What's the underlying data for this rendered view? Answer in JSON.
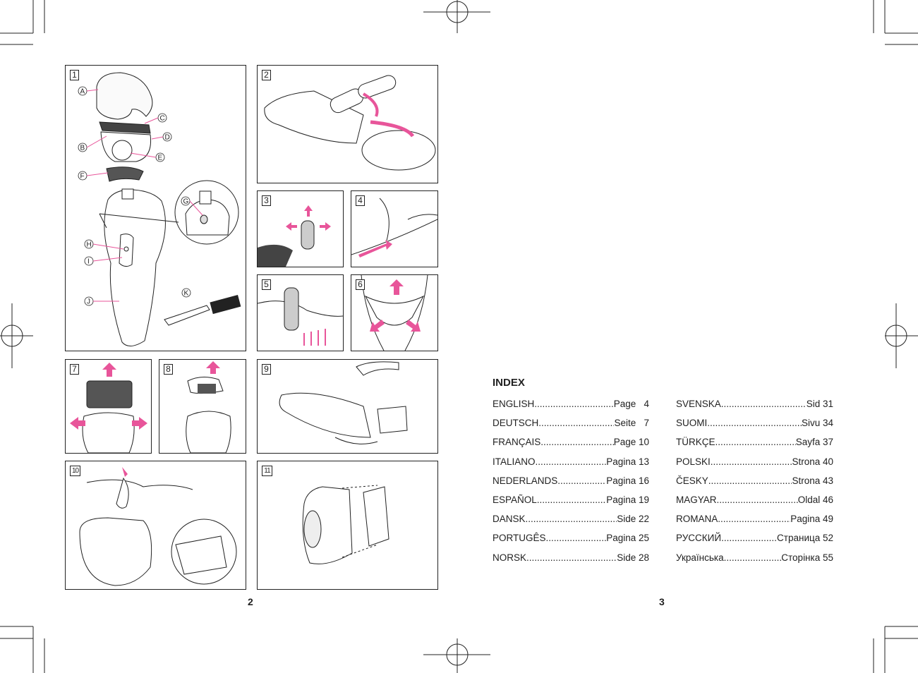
{
  "panels": [
    {
      "num": "1"
    },
    {
      "num": "2"
    },
    {
      "num": "3"
    },
    {
      "num": "4"
    },
    {
      "num": "5"
    },
    {
      "num": "6"
    },
    {
      "num": "7"
    },
    {
      "num": "8"
    },
    {
      "num": "9"
    },
    {
      "num": "10"
    },
    {
      "num": "11"
    }
  ],
  "part_labels": [
    "A",
    "B",
    "C",
    "D",
    "E",
    "F",
    "G",
    "H",
    "I",
    "J",
    "K"
  ],
  "page_numbers": {
    "left": "2",
    "right": "3"
  },
  "index": {
    "title": "INDEX",
    "left_column": [
      {
        "lang": "ENGLISH",
        "page": "Page   4"
      },
      {
        "lang": "DEUTSCH",
        "page": "Seite   7"
      },
      {
        "lang": "FRANÇAIS",
        "page": "Page 10"
      },
      {
        "lang": "ITALIANO",
        "page": "Pagina 13"
      },
      {
        "lang": "NEDERLANDS",
        "page": "Pagina 16"
      },
      {
        "lang": "ESPAÑOL",
        "page": "Pagina 19"
      },
      {
        "lang": "DANSK",
        "page": "Side 22"
      },
      {
        "lang": "PORTUGÊS",
        "page": "Pagina 25"
      },
      {
        "lang": "NORSK",
        "page": "Side 28"
      }
    ],
    "right_column": [
      {
        "lang": "SVENSKA",
        "page": "Sid 31"
      },
      {
        "lang": "SUOMI",
        "page": "Sivu 34"
      },
      {
        "lang": "TÜRKÇE",
        "page": "Sayfa 37"
      },
      {
        "lang": "POLSKI",
        "page": "Strona 40"
      },
      {
        "lang": "ČESKY",
        "page": "Strona 43"
      },
      {
        "lang": "MAGYAR",
        "page": "Oldal 46"
      },
      {
        "lang": "ROMANA",
        "page": "Pagina 49"
      },
      {
        "lang": "РУССКИЙ",
        "page": "Страница 52"
      },
      {
        "lang": "Українська",
        "page": "Сторінка 55"
      }
    ]
  },
  "colors": {
    "accent": "#e8559a",
    "line": "#222222"
  }
}
